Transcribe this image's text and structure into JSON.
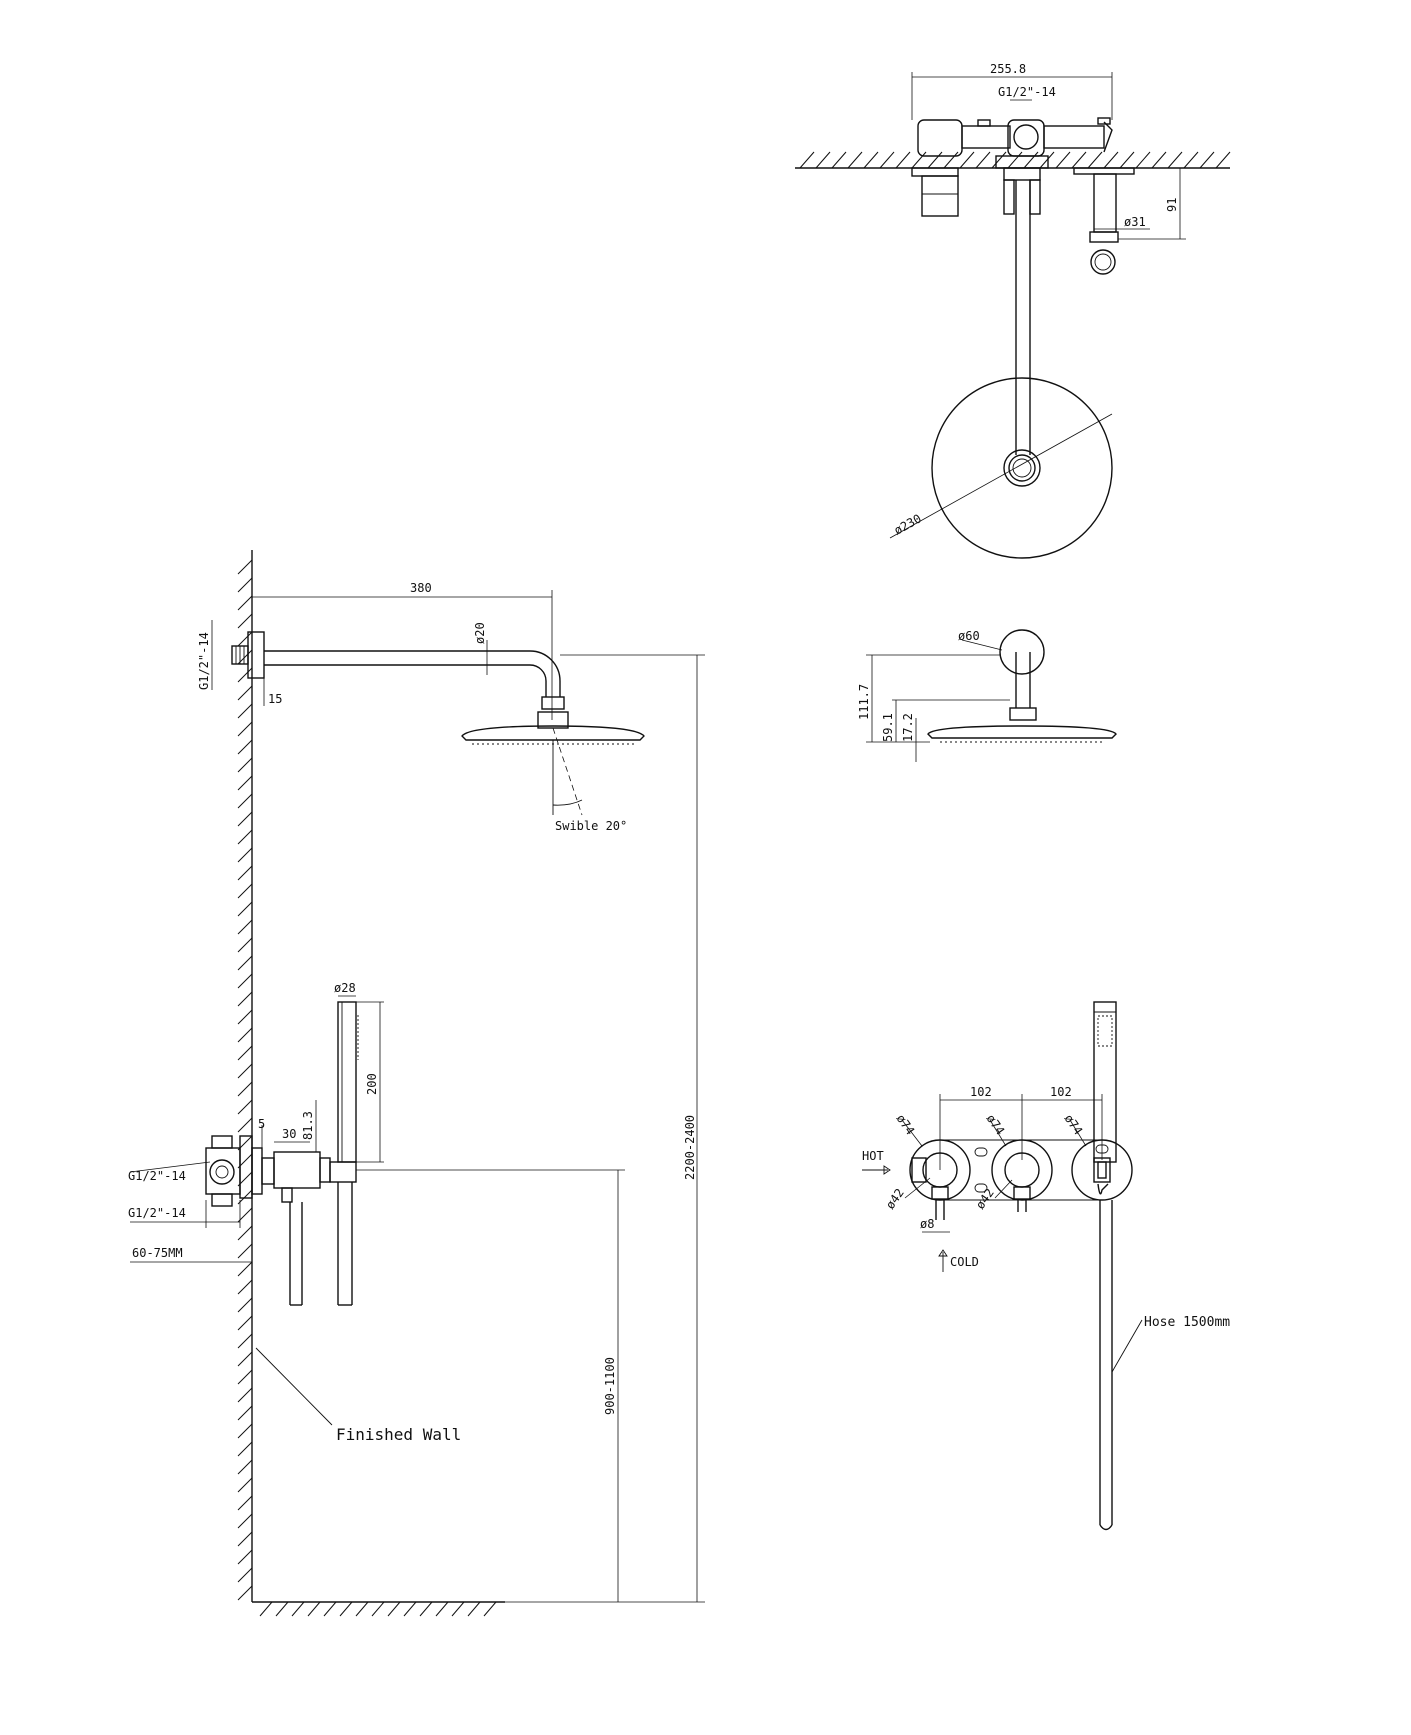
{
  "side_view": {
    "arm_length": "380",
    "arm_diameter": "ø20",
    "inlet_thread": "G1/2\"-14",
    "flange_offset": "15",
    "swivel": "Swible 20°",
    "total_height": "2200-2400",
    "hand_diameter": "ø28",
    "hand_length": "200",
    "valve_depth_5": "5",
    "valve_depth_30": "30",
    "valve_height": "81.3",
    "valve_inlet_top": "G1/2\"-14",
    "valve_inlet_bottom": "G1/2\"-14",
    "recess_depth": "60-75MM",
    "holder_height": "900-1100",
    "finished_wall": "Finished Wall"
  },
  "top_view": {
    "overall_width": "255.8",
    "center_thread": "G1/2\"-14",
    "projection": "91",
    "outlet_diameter": "ø31",
    "head_diameter": "ø230"
  },
  "head_side_view": {
    "flange_diameter": "ø60",
    "total_drop": "111.7",
    "arm_drop": "59.1",
    "head_thickness": "17.2"
  },
  "front_view": {
    "spacing_left": "102",
    "spacing_right": "102",
    "plate_diameter_1": "ø74",
    "plate_diameter_2": "ø74",
    "plate_diameter_3": "ø74",
    "knob_diameter_1": "ø42",
    "knob_diameter_2": "ø42",
    "pipe_diameter": "ø8",
    "hot_label": "HOT",
    "cold_label": "COLD",
    "hose_label": "Hose 1500mm"
  }
}
